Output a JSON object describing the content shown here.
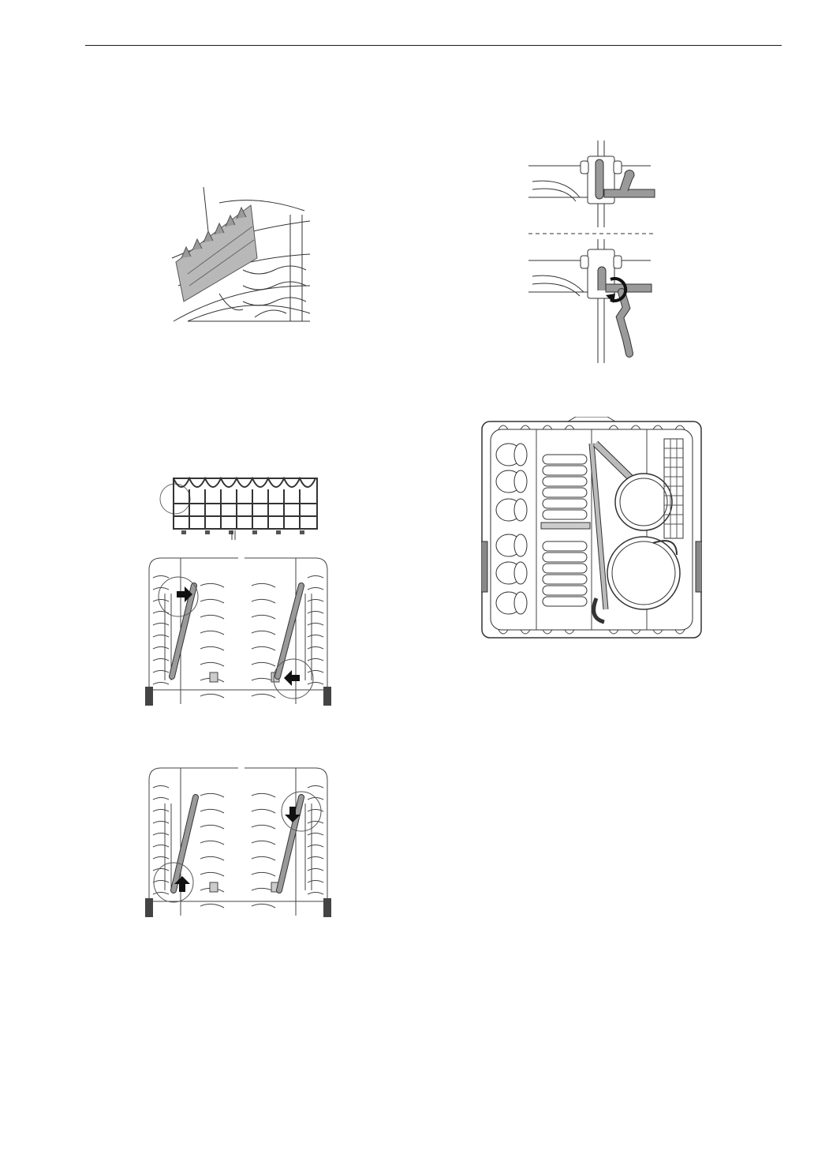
{
  "page": {
    "figures": [
      {
        "id": "fig-rack-insert",
        "icon": "dish-rack-insert-illustration"
      },
      {
        "id": "fig-insert-side",
        "icon": "rack-insert-side-view-illustration"
      },
      {
        "id": "fig-tine-rotate",
        "icon": "tine-rotation-detail-illustration"
      },
      {
        "id": "fig-loading",
        "icon": "loaded-rack-top-view-illustration"
      },
      {
        "id": "fig-remove",
        "icon": "insert-removal-top-view-illustration"
      },
      {
        "id": "fig-install",
        "icon": "insert-install-top-view-illustration"
      }
    ]
  },
  "colors": {
    "line": "#333333",
    "gray": "#9a9a9a",
    "dark": "#1a1a1a"
  }
}
